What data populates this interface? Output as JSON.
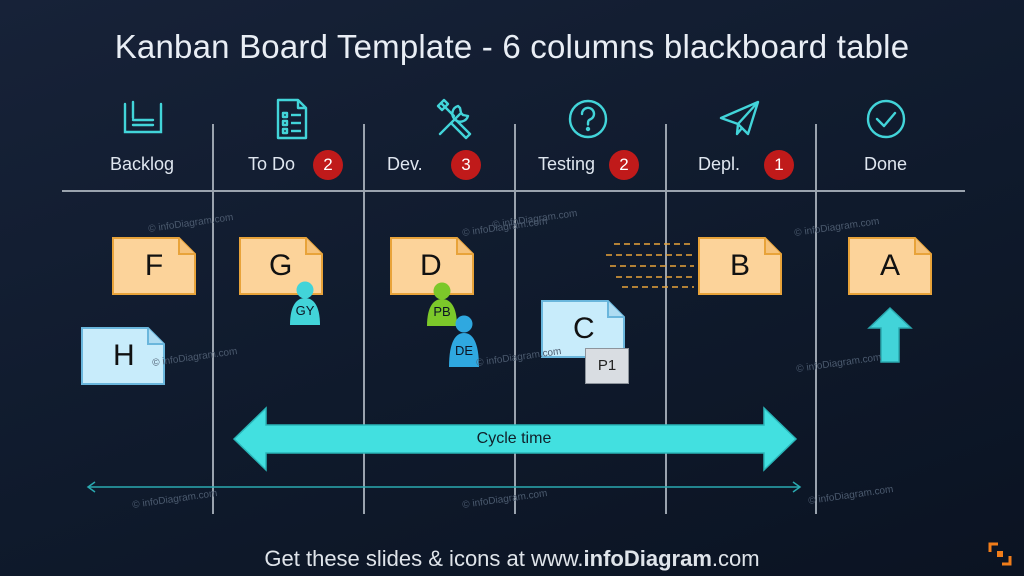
{
  "title": "Kanban Board Template - 6 columns blackboard table",
  "accent": "#42d4d9",
  "columns": [
    {
      "label": "Backlog",
      "icon": "bucket-icon",
      "badge": ""
    },
    {
      "label": "To Do",
      "icon": "checklist-icon",
      "badge": "2"
    },
    {
      "label": "Dev.",
      "icon": "tools-icon",
      "badge": "3"
    },
    {
      "label": "Testing",
      "icon": "question-icon",
      "badge": "2"
    },
    {
      "label": "Depl.",
      "icon": "paper-plane-icon",
      "badge": "1"
    },
    {
      "label": "Done",
      "icon": "check-circle-icon",
      "badge": ""
    }
  ],
  "cards": [
    {
      "letter": "F",
      "color": "#fcd39a",
      "border": "#e8a33a"
    },
    {
      "letter": "G",
      "color": "#fcd39a",
      "border": "#e8a33a"
    },
    {
      "letter": "D",
      "color": "#fcd39a",
      "border": "#e8a33a"
    },
    {
      "letter": "B",
      "color": "#fcd39a",
      "border": "#e8a33a"
    },
    {
      "letter": "A",
      "color": "#fcd39a",
      "border": "#e8a33a"
    },
    {
      "letter": "H",
      "color": "#c8ecfb",
      "border": "#6ab6dc"
    },
    {
      "letter": "C",
      "color": "#c8ecfb",
      "border": "#6ab6dc"
    }
  ],
  "people": [
    {
      "initials": "GY",
      "color": "#42d4d9"
    },
    {
      "initials": "PB",
      "color": "#7cc82a"
    },
    {
      "initials": "DE",
      "color": "#2fa8e0"
    }
  ],
  "priority_tag": "P1",
  "cycle_time_label": "Cycle time",
  "watermark": "© infoDiagram.com",
  "footer": {
    "prefix": "Get these slides & icons at www.",
    "brand": "infoDiagram",
    "suffix": ".com"
  }
}
